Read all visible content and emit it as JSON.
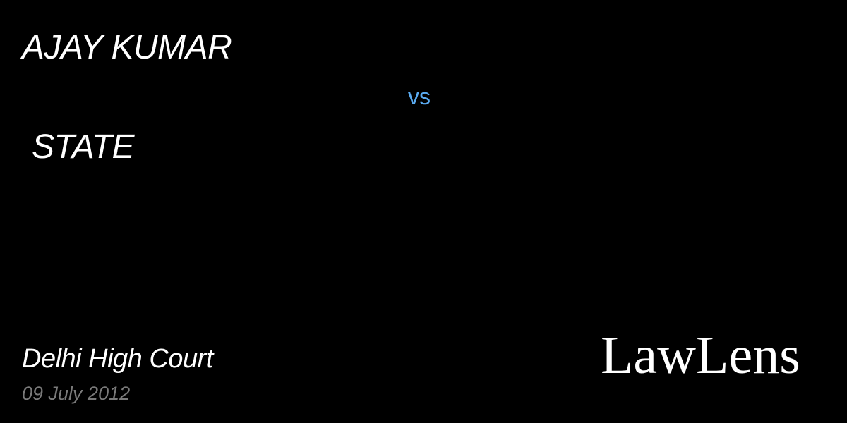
{
  "case": {
    "petitioner": "AJAY KUMAR",
    "versus": "vs",
    "respondent": "STATE",
    "court": "Delhi High Court",
    "date": "09 July 2012"
  },
  "brand": {
    "name": "LawLens"
  },
  "colors": {
    "background": "#000000",
    "primary_text": "#ffffff",
    "accent": "#5aaaf0",
    "muted_text": "#7a7a7a"
  }
}
